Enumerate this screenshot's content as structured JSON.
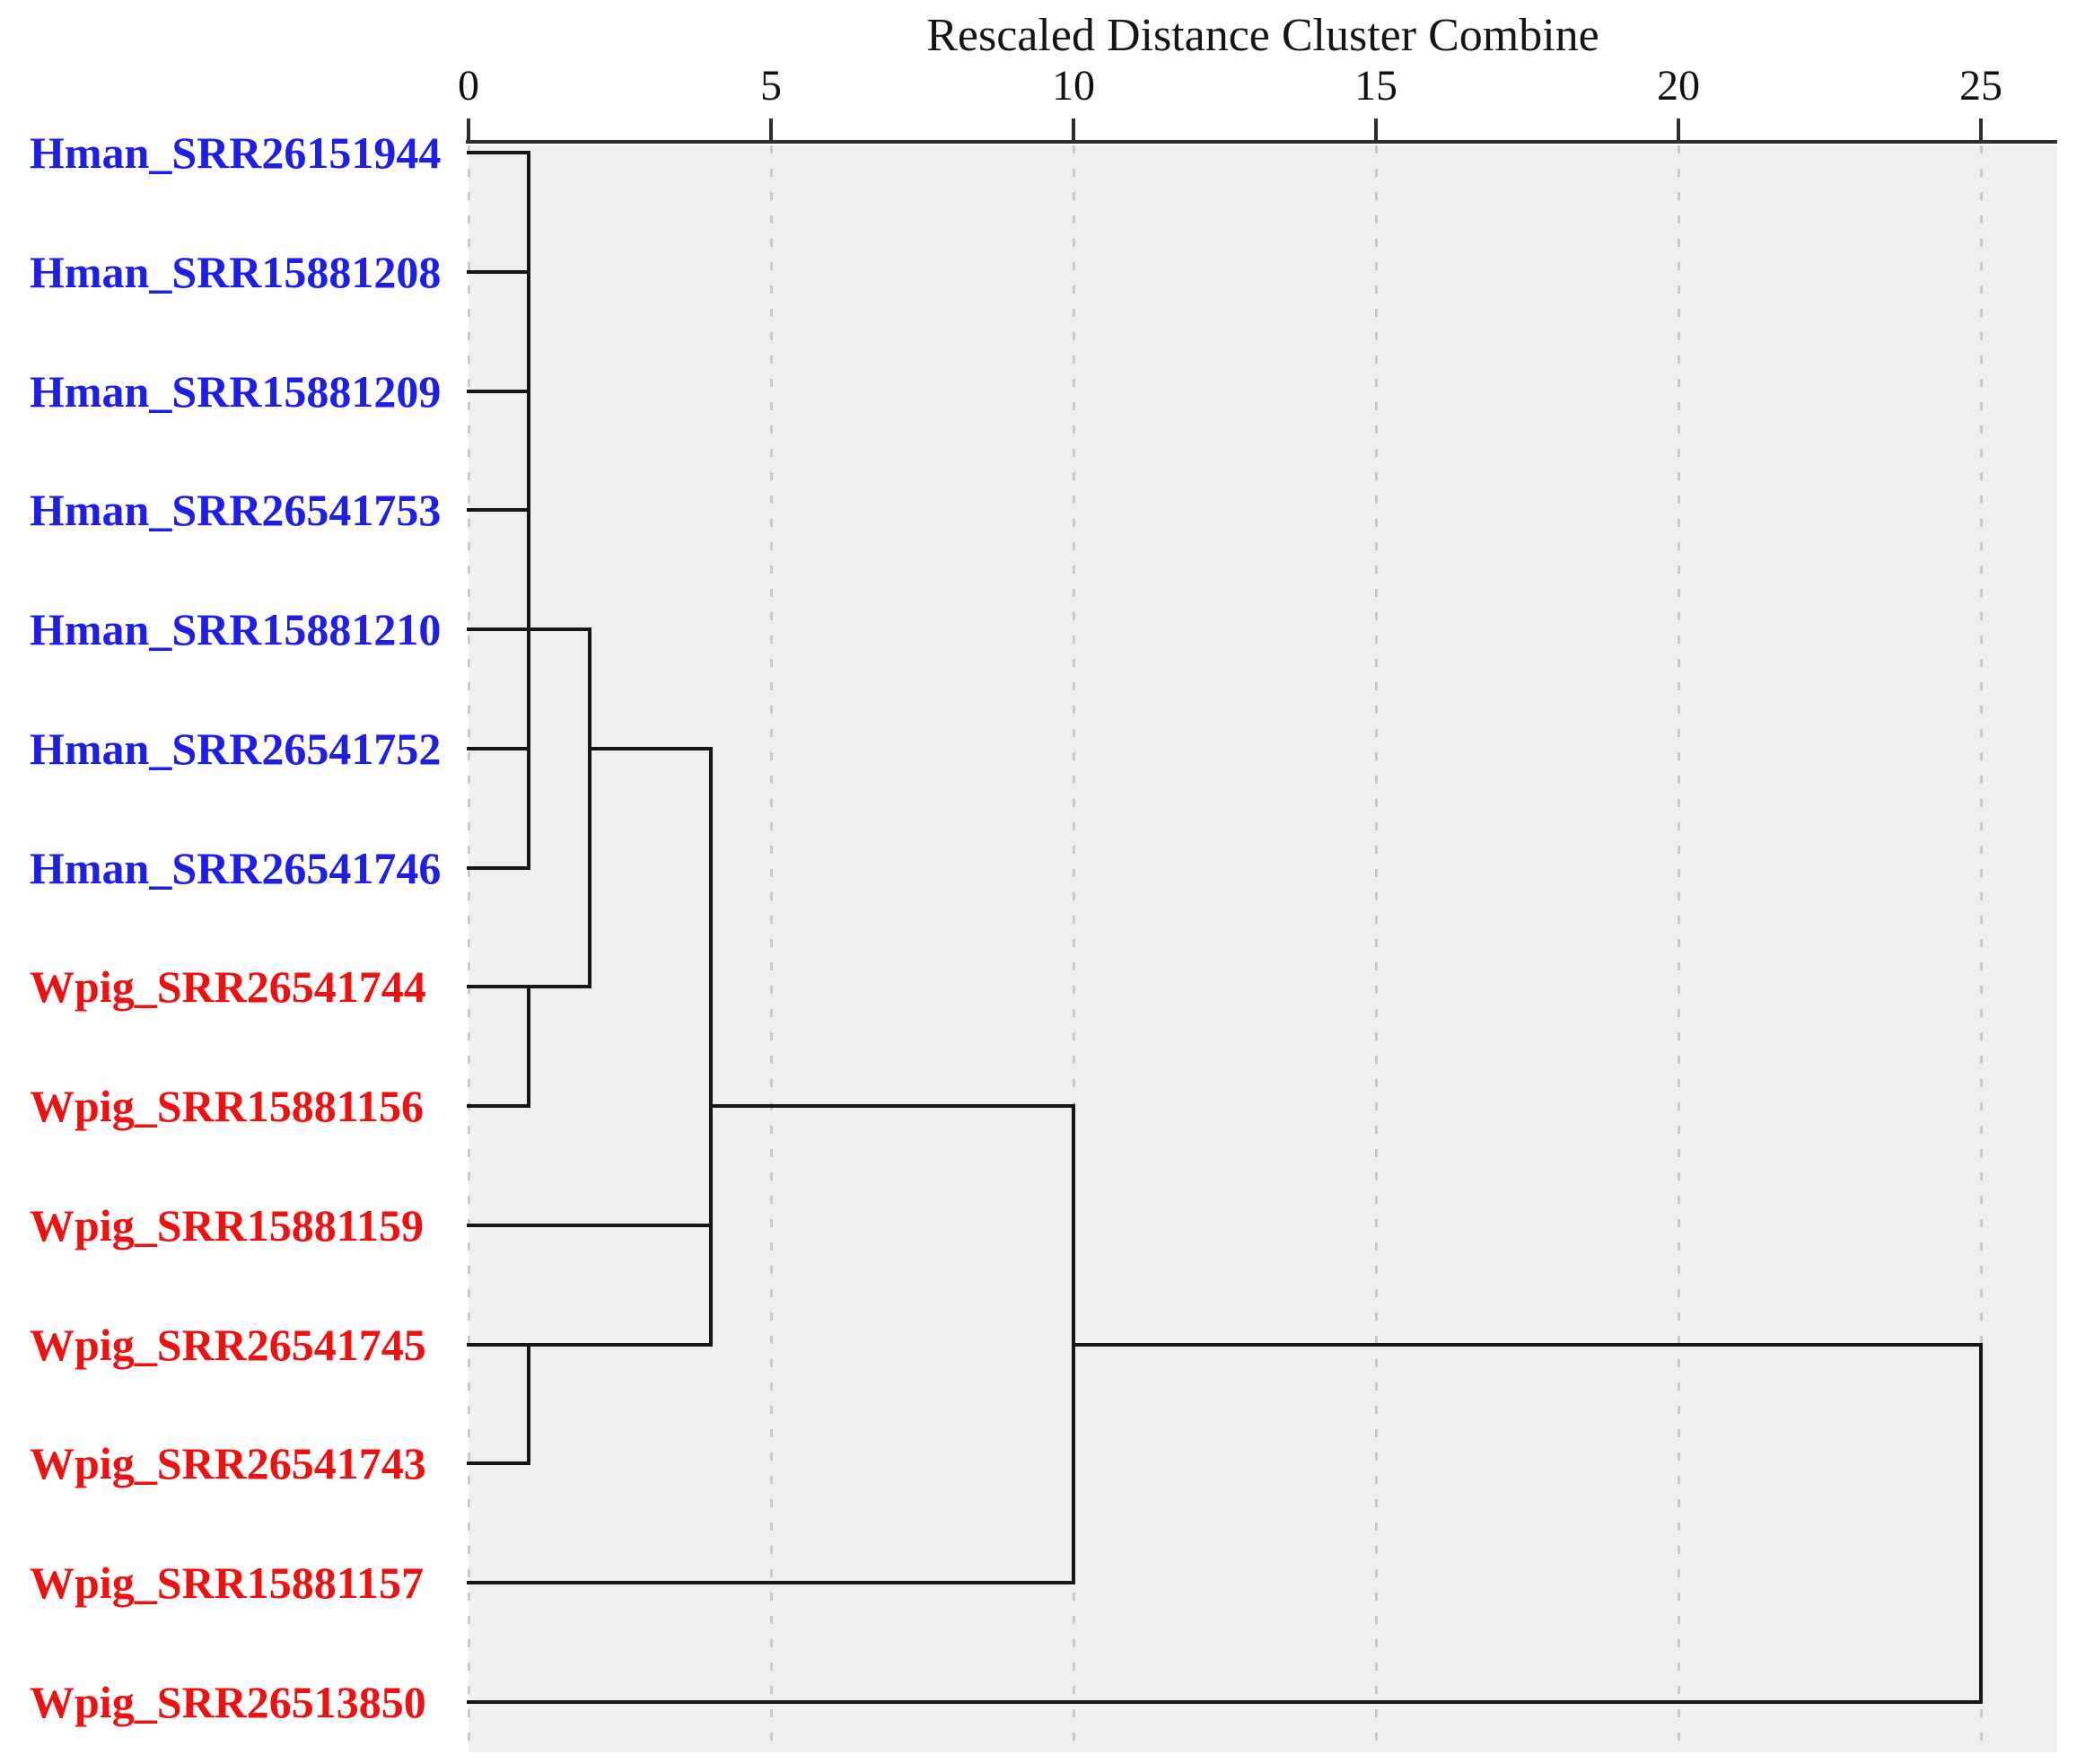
{
  "title": "Rescaled Distance Cluster Combine",
  "chart_data": {
    "type": "dendrogram",
    "orientation": "horizontal",
    "title": "Rescaled Distance Cluster Combine",
    "axis_range": [
      0,
      25
    ],
    "axis_ticks": [
      0,
      5,
      10,
      15,
      20,
      25
    ],
    "grid": "dashed vertical gridlines at each tick",
    "legend_position": "none",
    "colors": {
      "background": "#efefef",
      "grid": "#c9c9c9",
      "axis": "#2e2e2e",
      "line": "#161616",
      "title_text": "#151515",
      "tick_text": "#111111",
      "group_Hman": "#1e1ee8",
      "group_Wpig": "#ee1111"
    },
    "leaves": [
      {
        "label": "Hman_SRR26151944",
        "group": "Hman"
      },
      {
        "label": "Hman_SRR15881208",
        "group": "Hman"
      },
      {
        "label": "Hman_SRR15881209",
        "group": "Hman"
      },
      {
        "label": "Hman_SRR26541753",
        "group": "Hman"
      },
      {
        "label": "Hman_SRR15881210",
        "group": "Hman"
      },
      {
        "label": "Hman_SRR26541752",
        "group": "Hman"
      },
      {
        "label": "Hman_SRR26541746",
        "group": "Hman"
      },
      {
        "label": "Wpig_SRR26541744",
        "group": "Wpig"
      },
      {
        "label": "Wpig_SRR15881156",
        "group": "Wpig"
      },
      {
        "label": "Wpig_SRR15881159",
        "group": "Wpig"
      },
      {
        "label": "Wpig_SRR26541745",
        "group": "Wpig"
      },
      {
        "label": "Wpig_SRR26541743",
        "group": "Wpig"
      },
      {
        "label": "Wpig_SRR15881157",
        "group": "Wpig"
      },
      {
        "label": "Wpig_SRR26513850",
        "group": "Wpig"
      }
    ],
    "h_segments": [
      {
        "row": 1,
        "from": 0,
        "to": 1
      },
      {
        "row": 2,
        "from": 0,
        "to": 1
      },
      {
        "row": 3,
        "from": 0,
        "to": 1
      },
      {
        "row": 4,
        "from": 0,
        "to": 1
      },
      {
        "row": 5,
        "from": 0,
        "to": 2
      },
      {
        "row": 6,
        "from": 0,
        "to": 1
      },
      {
        "row": 6,
        "from": 2,
        "to": 4
      },
      {
        "row": 7,
        "from": 0,
        "to": 1
      },
      {
        "row": 8,
        "from": 0,
        "to": 2
      },
      {
        "row": 9,
        "from": 0,
        "to": 1
      },
      {
        "row": 9,
        "from": 4,
        "to": 10
      },
      {
        "row": 10,
        "from": 0,
        "to": 4
      },
      {
        "row": 11,
        "from": 0,
        "to": 4
      },
      {
        "row": 11,
        "from": 10,
        "to": 25
      },
      {
        "row": 12,
        "from": 0,
        "to": 1
      },
      {
        "row": 13,
        "from": 0,
        "to": 10
      },
      {
        "row": 14,
        "from": 0,
        "to": 25
      }
    ],
    "v_segments": [
      {
        "dist": 1,
        "from_row": 1,
        "to_row": 7
      },
      {
        "dist": 2,
        "from_row": 5,
        "to_row": 8
      },
      {
        "dist": 4,
        "from_row": 6,
        "to_row": 11
      },
      {
        "dist": 10,
        "from_row": 9,
        "to_row": 13
      },
      {
        "dist": 25,
        "from_row": 11,
        "to_row": 14
      },
      {
        "dist": 1,
        "from_row": 8,
        "to_row": 9
      },
      {
        "dist": 1,
        "from_row": 11,
        "to_row": 12
      }
    ]
  }
}
